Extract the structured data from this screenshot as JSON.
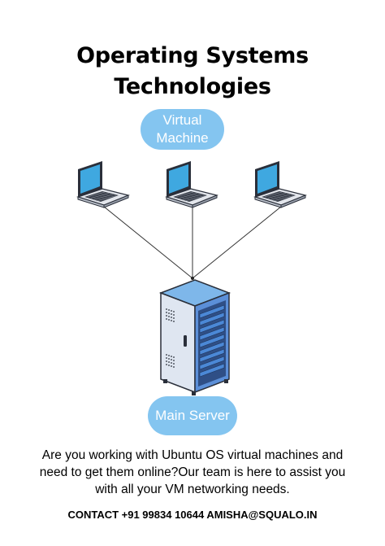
{
  "title": {
    "line1": "Operating Systems",
    "line2": "Technologies"
  },
  "virtual_machine_label": {
    "line1": "Virtual",
    "line2": "Machine"
  },
  "server_label": "Main Server",
  "description": {
    "line1": "Are you working with Ubuntu OS virtual machines and",
    "line2": "need to get them online?Our team is here to assist you",
    "line3": "with all your VM networking needs."
  },
  "contact": "CONTACT +91 99834 10644 AMISHA@SQUALO.IN",
  "colors": {
    "pill": "#84c5f0",
    "screen": "#3fa8e0",
    "laptop_body": "#e3e6ec",
    "server_top": "#7eb7ea",
    "server_front": "#5b8fd8"
  },
  "icons": [
    "laptop-icon",
    "laptop-icon",
    "laptop-icon",
    "server-icon"
  ]
}
